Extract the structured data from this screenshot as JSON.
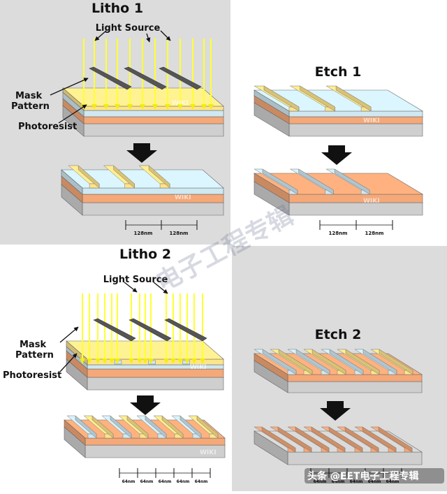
{
  "panels": {
    "litho1": {
      "title": "Litho 1",
      "light_source": "Light Source",
      "mask_label": [
        "Mask",
        "Pattern"
      ],
      "photoresist_label": "Photoresist",
      "dims": [
        "128nm",
        "128nm"
      ]
    },
    "etch1": {
      "title": "Etch 1",
      "dims": [
        "128nm",
        "128nm"
      ]
    },
    "litho2": {
      "title": "Litho 2",
      "light_source": "Light Source",
      "mask_label": [
        "Mask",
        "Pattern"
      ],
      "photoresist_label": "Photoresist",
      "dims": [
        "64nm",
        "64nm",
        "64nm",
        "64nm",
        "64nm"
      ]
    },
    "etch2": {
      "title": "Etch 2",
      "dims": [
        "64nm",
        "64nm",
        "64nm",
        "64nm",
        "64nm"
      ]
    }
  },
  "watermark": {
    "diagonal": "电子工程专辑",
    "footer": "头条 @EET电子工程专辑",
    "small": "WIKI"
  },
  "colors": {
    "panel_bg": "#dcdcdc",
    "substrate": "#cfcfcf",
    "hardmask": "#f5a878",
    "oxide": "#cfe8f2",
    "resist": "#ffe48a",
    "light": "#ffff33",
    "mask": "#555555"
  }
}
